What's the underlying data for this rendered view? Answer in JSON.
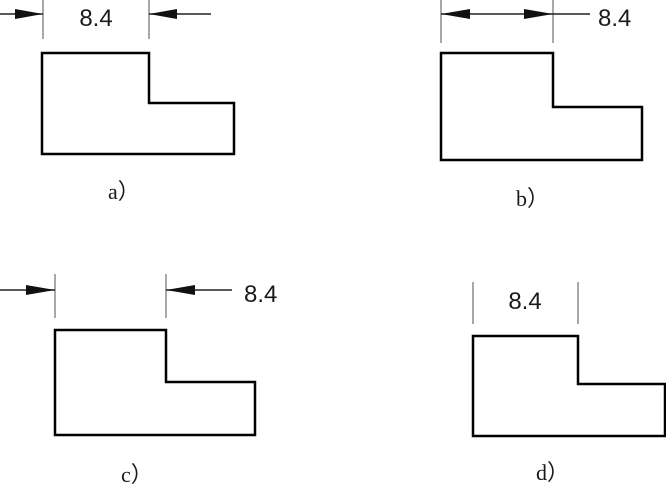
{
  "figures": [
    {
      "id": "a",
      "caption": "a）",
      "dimension": "8.4"
    },
    {
      "id": "b",
      "caption": "b）",
      "dimension": "8.4"
    },
    {
      "id": "c",
      "caption": "c）",
      "dimension": "8.4"
    },
    {
      "id": "d",
      "caption": "d）",
      "dimension": "8.4"
    }
  ]
}
